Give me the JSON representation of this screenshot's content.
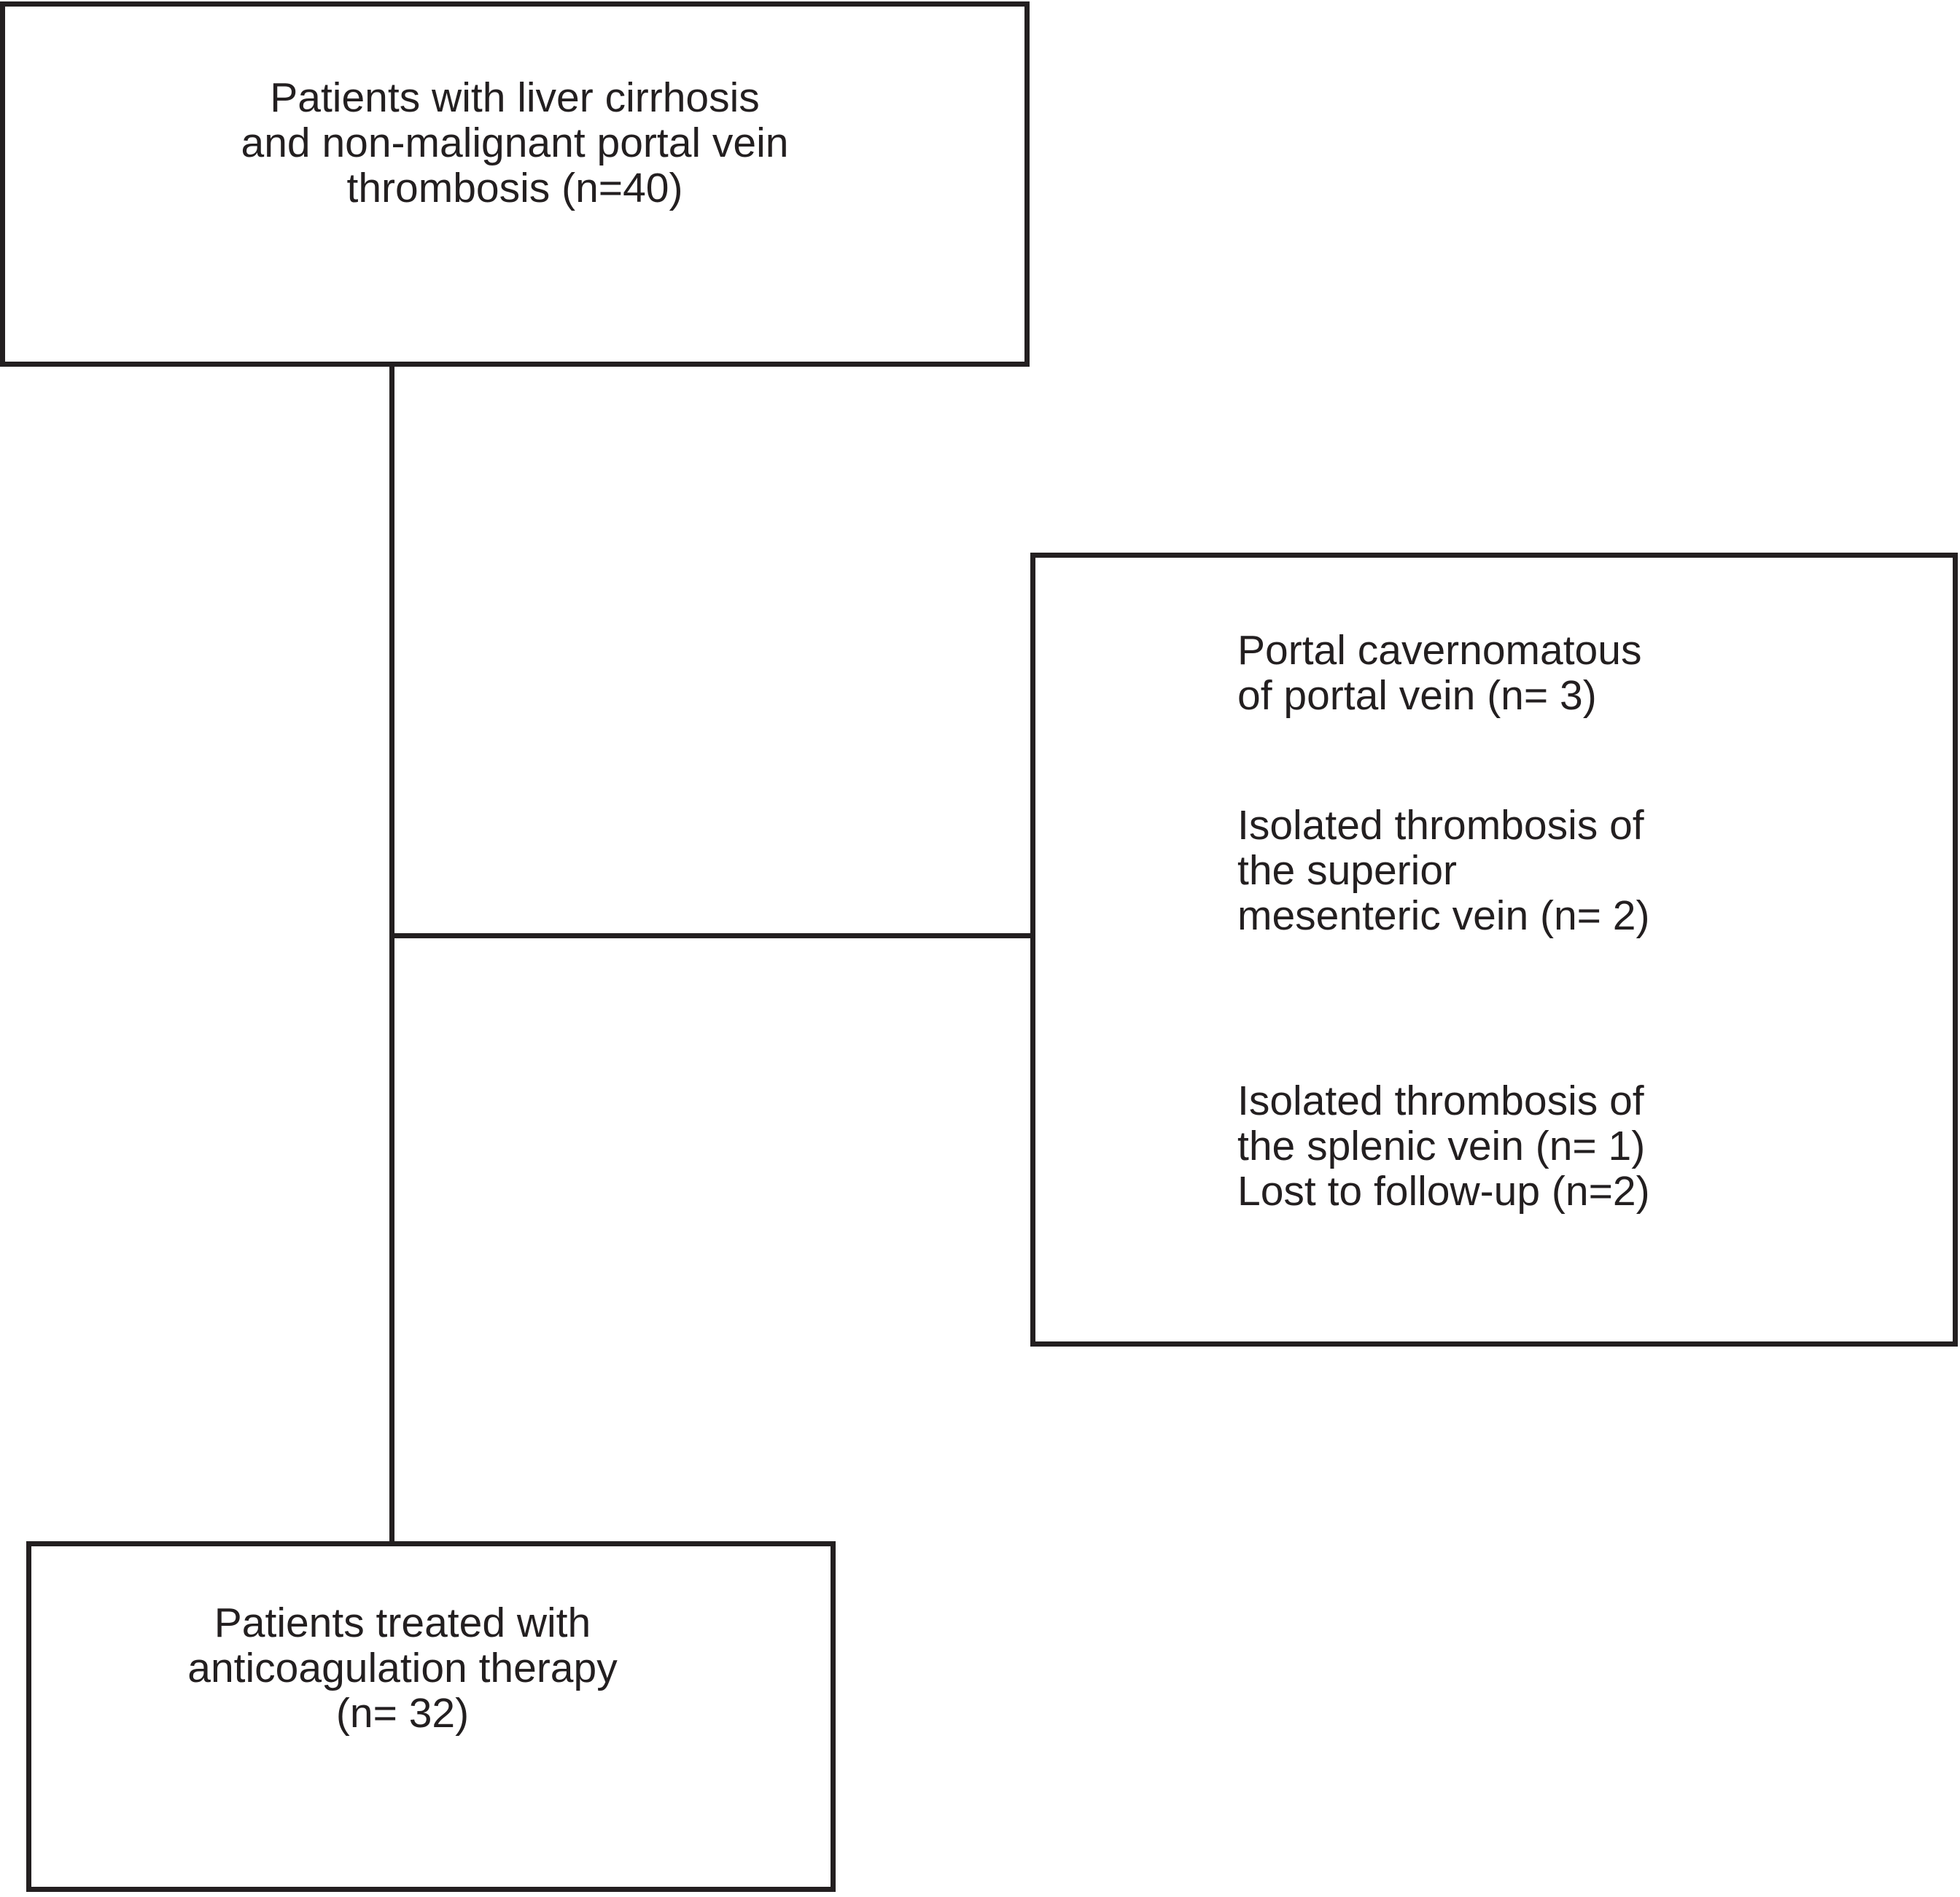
{
  "figure_type": "patient-flow-diagram",
  "colors": {
    "ink": "#231f20",
    "paper": "#ffffff"
  },
  "boxes": {
    "cohort": {
      "lines": [
        "Patients with liver cirrhosis",
        "and non-malignant portal vein",
        "thrombosis (n=40)"
      ]
    },
    "exclusions": {
      "groups": [
        {
          "lines": [
            "Portal cavernomatous",
            "of portal vein (n= 3)"
          ]
        },
        {
          "lines": [
            "Isolated thrombosis of",
            "the superior",
            "mesenteric vein (n= 2)"
          ]
        },
        {
          "lines": [
            "Isolated thrombosis of",
            "the splenic vein (n= 1)",
            "Lost to follow-up (n=2)"
          ]
        }
      ]
    },
    "treated": {
      "lines": [
        "Patients treated with",
        "anticoagulation therapy",
        "(n= 32)"
      ]
    }
  }
}
